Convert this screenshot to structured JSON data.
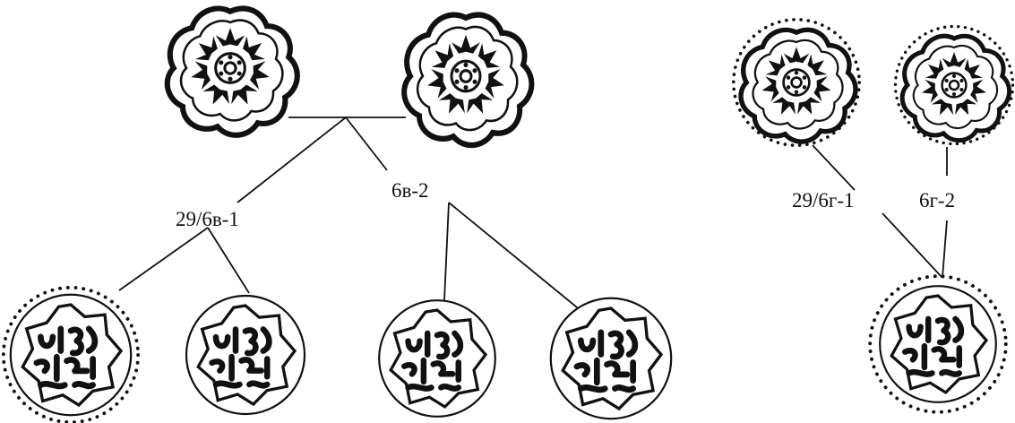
{
  "diagram": {
    "labels": {
      "left_branch_a": "29/6в-1",
      "left_branch_b": "6в-2",
      "right_branch_a": "29/6г-1",
      "right_branch_b": "6г-2"
    },
    "colors": {
      "ink": "#111111",
      "background": "#ffffff"
    },
    "coin_types": {
      "rosette": "rosette-obverse-stamp",
      "legend": "arabic-legend-reverse-stamp"
    }
  }
}
